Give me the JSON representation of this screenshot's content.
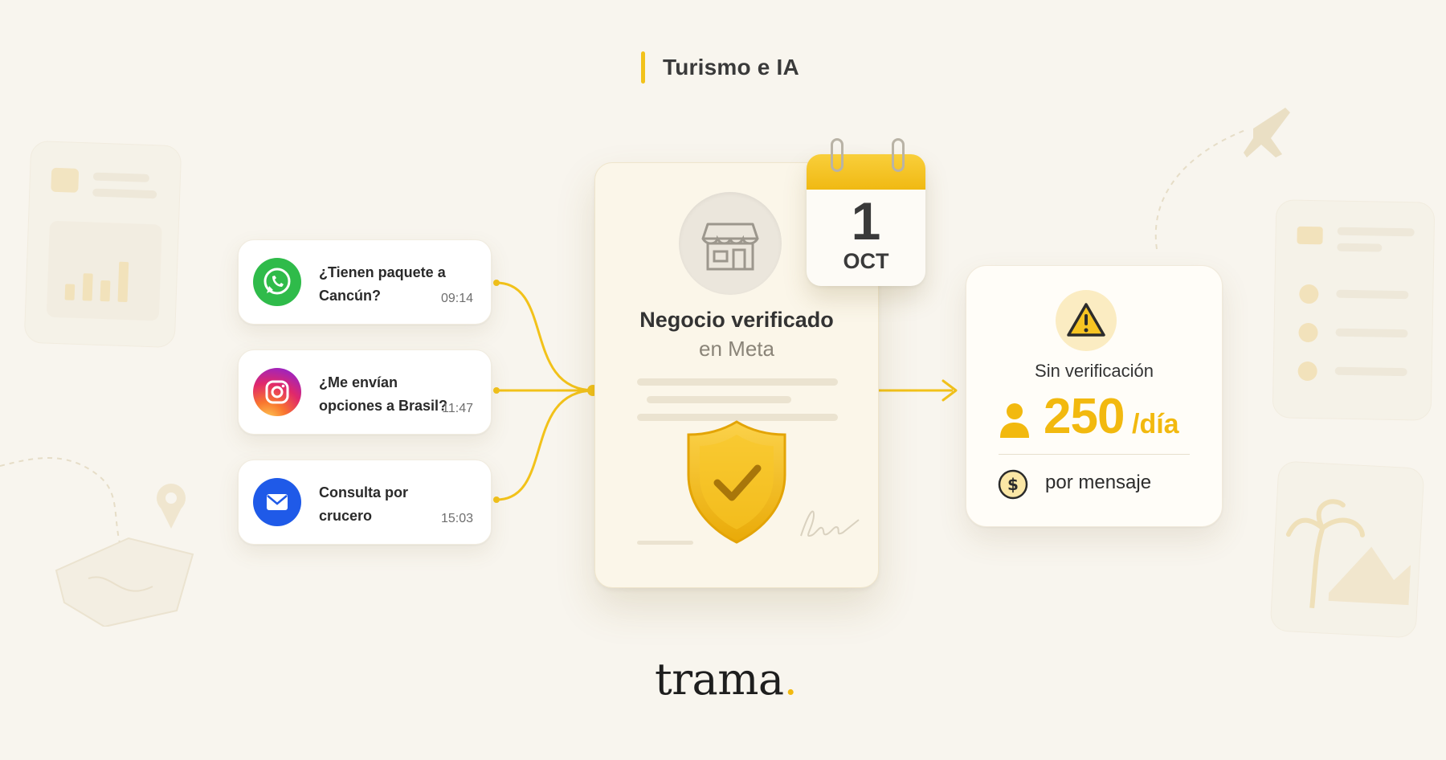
{
  "header": {
    "title": "Turismo e IA"
  },
  "messages": [
    {
      "channel": "whatsapp-icon",
      "text": "¿Tienen paquete a Cancún?",
      "time": "09:14"
    },
    {
      "channel": "instagram-icon",
      "text": "¿Me envían opciones a Brasil?",
      "time": "11:47"
    },
    {
      "channel": "email-icon",
      "text": "Consulta por crucero",
      "time": "15:03"
    }
  ],
  "document": {
    "title": "Negocio verificado",
    "subtitle": "en Meta"
  },
  "calendar": {
    "day": "1",
    "month": "OCT"
  },
  "stat": {
    "label": "Sin verificación",
    "value": "250",
    "unit": "/día",
    "note": "por mensaje"
  },
  "brand": {
    "name": "trama",
    "dot": "."
  },
  "colors": {
    "accent": "#f2b90f",
    "background": "#f8f5ee",
    "whatsapp": "#2fbb4a",
    "email": "#1f5ae8"
  }
}
